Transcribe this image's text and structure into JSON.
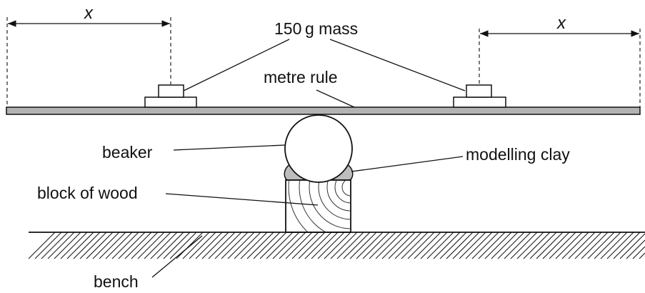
{
  "labels": {
    "distance_left": "x",
    "distance_right": "x",
    "mass": "150 g mass",
    "rule": "metre rule",
    "beaker": "beaker",
    "clay": "modelling clay",
    "wood": "block of wood",
    "bench": "bench"
  }
}
